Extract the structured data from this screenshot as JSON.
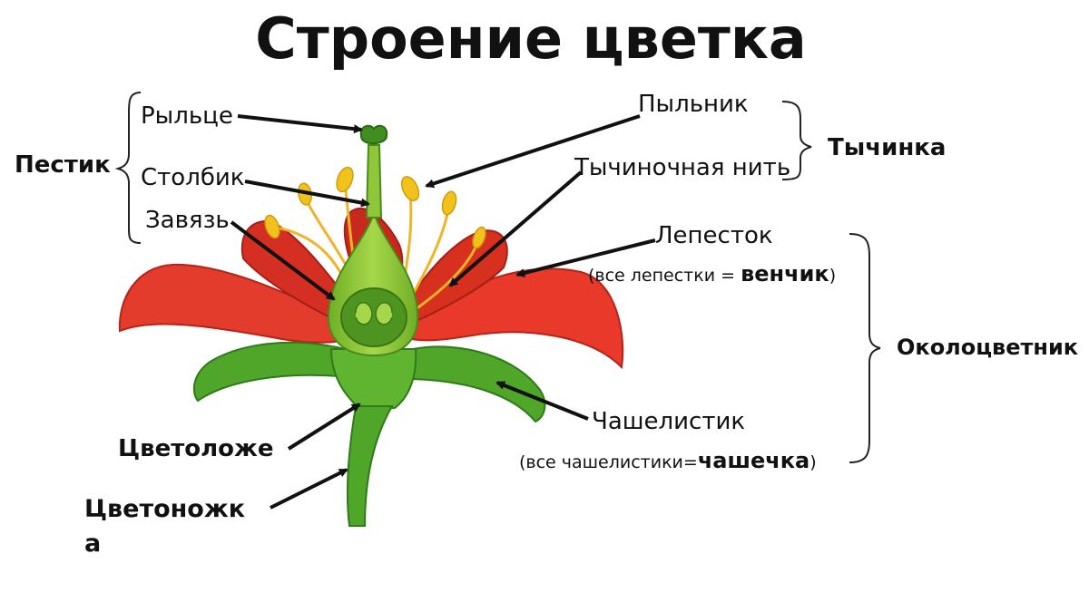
{
  "title": "Строение цветка",
  "labels": {
    "pistil": "Пестик",
    "stigma": "Рыльце",
    "style": "Столбик",
    "ovary": "Завязь",
    "anther": "Пыльник",
    "filament": "Тычиночная нить",
    "stamen": "Тычинка",
    "petal": "Лепесток",
    "petal_note_prefix": "(все лепестки = ",
    "petal_note_term": "венчик",
    "petal_note_suffix": ")",
    "perianth": "Околоцветник",
    "sepal": "Чашелистик",
    "sepal_note_prefix": "(все чашелистики=",
    "sepal_note_term": "чашечка",
    "sepal_note_suffix": ")",
    "receptacle": "Цветоложе",
    "pedicel_line1": "Цветоножк",
    "pedicel_line2": "а"
  },
  "colors": {
    "petal": "#e8372a",
    "petal_dark": "#b8201a",
    "sepal": "#4fa629",
    "sepal_dark": "#2f7a1a",
    "pistil": "#8fc63a",
    "anther": "#f2c21c",
    "filament": "#f0b429",
    "arrow": "#111111"
  }
}
